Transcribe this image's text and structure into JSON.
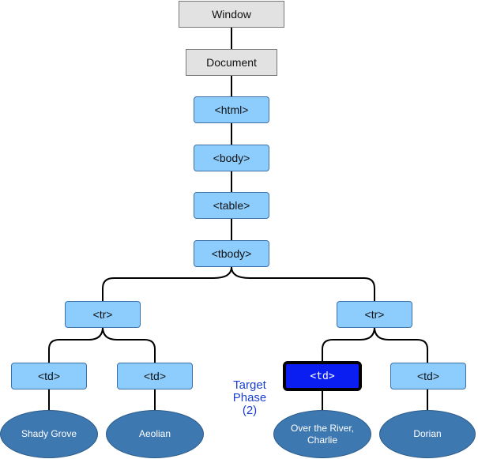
{
  "nodes": {
    "window": "Window",
    "document": "Document",
    "html": "<html>",
    "body": "<body>",
    "table": "<table>",
    "tbody": "<tbody>",
    "tr_left": "<tr>",
    "tr_right": "<tr>",
    "td_1": "<td>",
    "td_2": "<td>",
    "td_target": "<td>",
    "td_4": "<td>"
  },
  "leaves": {
    "leaf_1": "Shady Grove",
    "leaf_2": "Aeolian",
    "leaf_3": "Over the River, Charlie",
    "leaf_4": "Dorian"
  },
  "phase_label": {
    "line1": "Target",
    "line2": "Phase",
    "line3": "(2)"
  },
  "colors": {
    "node_fill": "#8dcdfd",
    "gray_fill": "#e2e2e2",
    "target_fill": "#0a1ef2",
    "leaf_fill": "#3e78b0",
    "phase_text": "#1a3fd0"
  }
}
